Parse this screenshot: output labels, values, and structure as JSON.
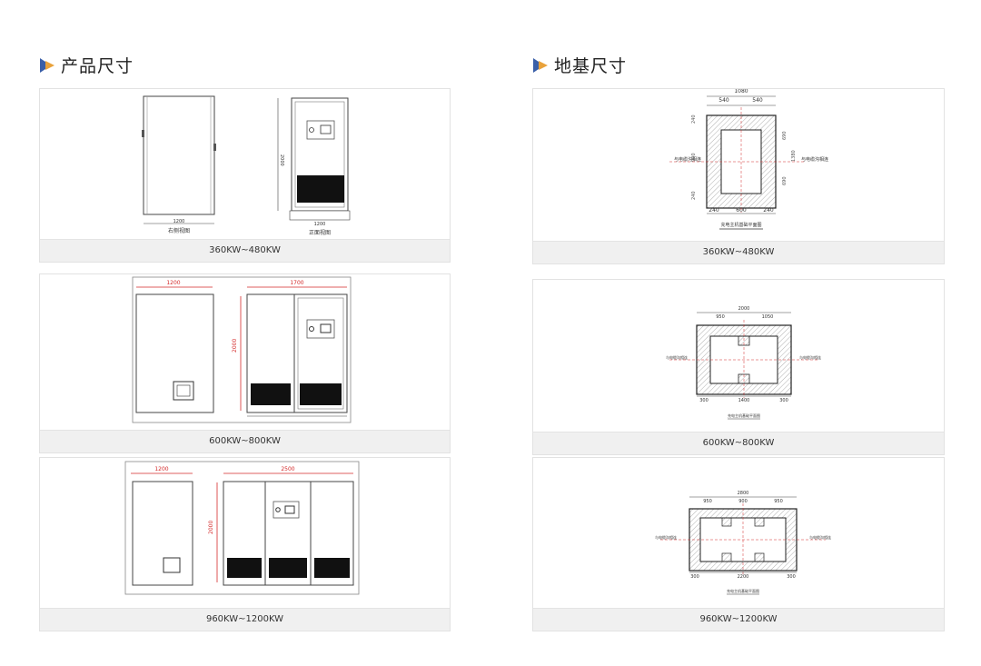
{
  "left": {
    "title": "产品尺寸",
    "cards": [
      {
        "caption": "360KW~480KW",
        "side_view": "右侧视图",
        "front_view": "正面视图",
        "dim_width_side": "1200",
        "dim_width_front": "1200",
        "dim_height": "2000"
      },
      {
        "caption": "600KW~800KW",
        "dim_a": "1200",
        "dim_b": "1700",
        "dim_height": "2000"
      },
      {
        "caption": "960KW~1200KW",
        "dim_a": "1200",
        "dim_b": "2500",
        "dim_height": "2000"
      }
    ]
  },
  "right": {
    "title": "地基尺寸",
    "cards": [
      {
        "caption": "360KW~480KW",
        "top_total": "1080",
        "top_a": "540",
        "top_b": "540",
        "left_a": "240",
        "left_b": "900",
        "left_c": "240",
        "right_a": "690",
        "right_b": "1380",
        "right_c": "690",
        "bot_a": "240",
        "bot_b": "600",
        "bot_c": "240",
        "cable_label": "与电缆沟相连",
        "plan_title": "充电主机基础平面图"
      },
      {
        "caption": "600KW~800KW",
        "top_total": "2000",
        "top_a": "950",
        "top_b": "1050",
        "bot_a": "300",
        "bot_b": "1400",
        "bot_c": "300",
        "cable_label": "与电缆沟相连",
        "plan_title": "充电主机基础平面图"
      },
      {
        "caption": "960KW~1200KW",
        "top_total": "2800",
        "top_a": "950",
        "top_b": "900",
        "top_c": "950",
        "bot_a": "300",
        "bot_b": "2200",
        "bot_c": "300",
        "cable_label": "与电缆沟相连",
        "plan_title": "充电主机基础平面图"
      }
    ]
  },
  "colors": {
    "accent_blue": "#3a5fa8",
    "accent_orange": "#e9a23b",
    "dim_red": "#d42a2a",
    "hatch": "#8c8c8c"
  }
}
